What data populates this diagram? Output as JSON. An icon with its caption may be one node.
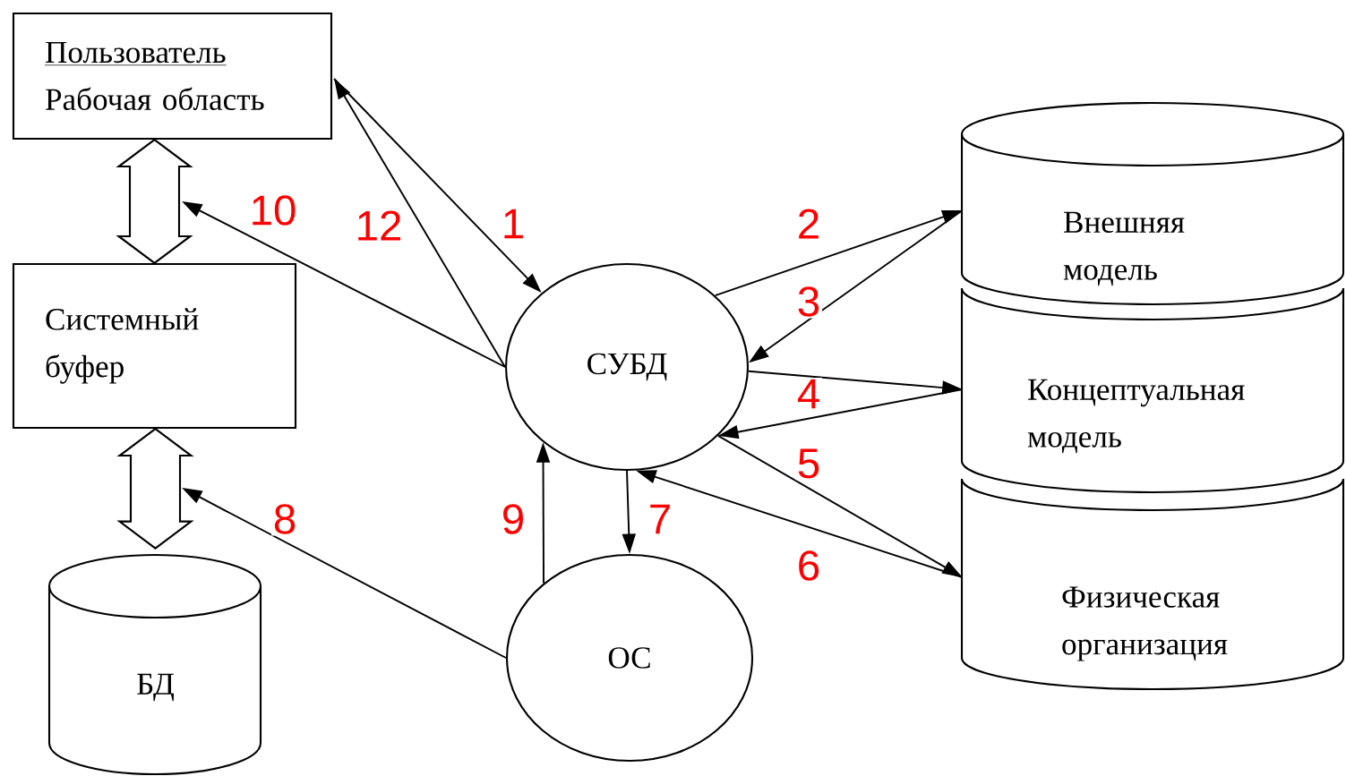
{
  "diagram": {
    "nodes": [
      {
        "text": [
          "Пользователь",
          "Рабочая область"
        ]
      },
      {
        "text": [
          "Системный буфер"
        ]
      },
      {
        "text": [
          "БД"
        ]
      },
      {
        "text": [
          "СУБД"
        ]
      },
      {
        "text": [
          "ОС"
        ]
      },
      {
        "text": [
          "Внешняя модель"
        ]
      },
      {
        "text": [
          "Концептуальная модель"
        ]
      },
      {
        "text": [
          "Физическая организация"
        ]
      }
    ],
    "edges": [
      {
        "from": 0,
        "to": 1,
        "arrow": "both",
        "style": "thick"
      },
      {
        "from": 1,
        "to": 2,
        "arrow": "both",
        "style": "thick"
      },
      {
        "from": 0,
        "to": 3,
        "arrow": "to",
        "label": "1"
      },
      {
        "from": 3,
        "to": 0,
        "arrow": "to",
        "label": "12"
      },
      {
        "from": 3,
        "to": null,
        "arrow": "to",
        "label": "10"
      },
      {
        "from": 4,
        "to": null,
        "arrow": "to",
        "label": "8"
      },
      {
        "from": 4,
        "to": 3,
        "arrow": "to",
        "label": "9"
      },
      {
        "from": 3,
        "to": 4,
        "arrow": "to",
        "label": "7"
      },
      {
        "from": 3,
        "to": 5,
        "arrow": "to",
        "label": "2"
      },
      {
        "from": 5,
        "to": 3,
        "arrow": "to",
        "label": "3"
      },
      {
        "from": 3,
        "to": 6,
        "arrow": "to"
      },
      {
        "from": 6,
        "to": 3,
        "arrow": "to",
        "label": "4"
      },
      {
        "from": 3,
        "to": 7,
        "arrow": "to",
        "label": "5"
      },
      {
        "from": 7,
        "to": 3,
        "arrow": "to",
        "label": "6"
      }
    ]
  }
}
